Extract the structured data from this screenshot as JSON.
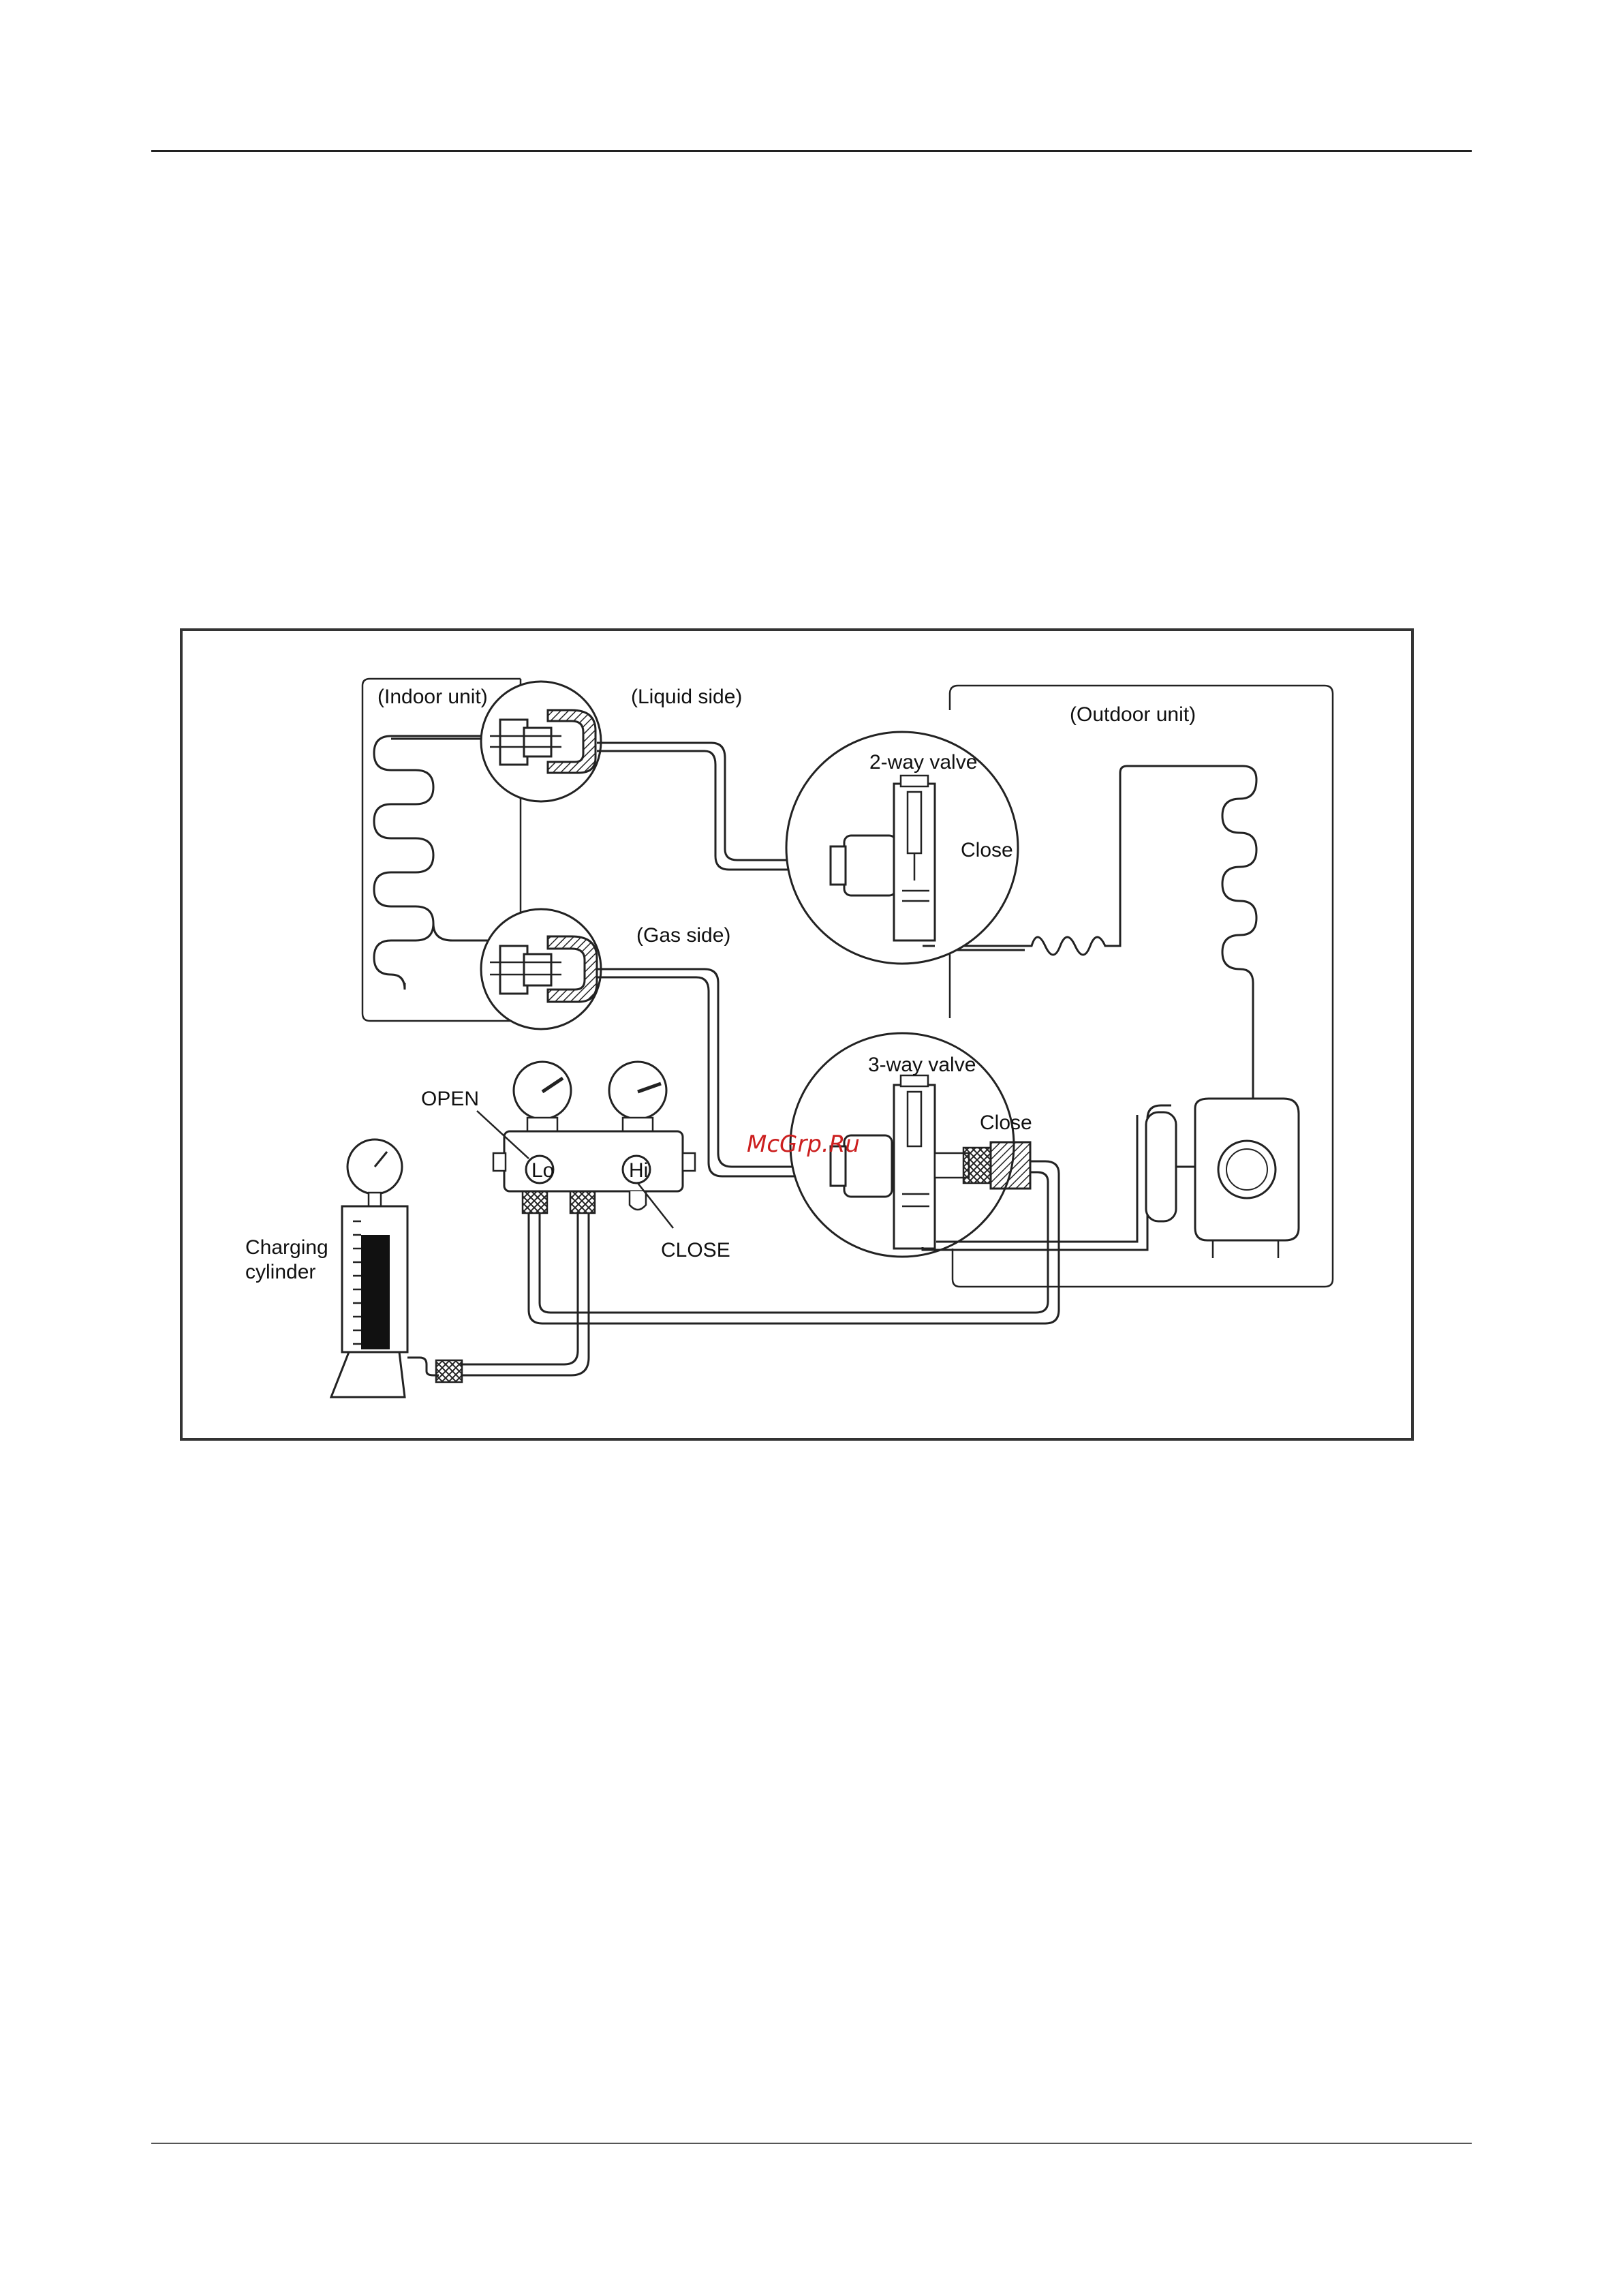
{
  "labels": {
    "indoor_unit": "(Indoor unit)",
    "liquid_side": "(Liquid side)",
    "gas_side": "(Gas side)",
    "outdoor_unit": "(Outdoor unit)",
    "two_way_valve": "2-way valve",
    "two_way_close": "Close",
    "three_way_valve": "3-way valve",
    "three_way_close": "Close",
    "open": "OPEN",
    "close": "CLOSE",
    "lo": "Lo",
    "hi": "Hi",
    "charging_line1": "Charging",
    "charging_line2": "cylinder"
  },
  "watermark": "McGrp.Ru",
  "colors": {
    "watermark": "#cc1f1f",
    "line": "#222222"
  }
}
